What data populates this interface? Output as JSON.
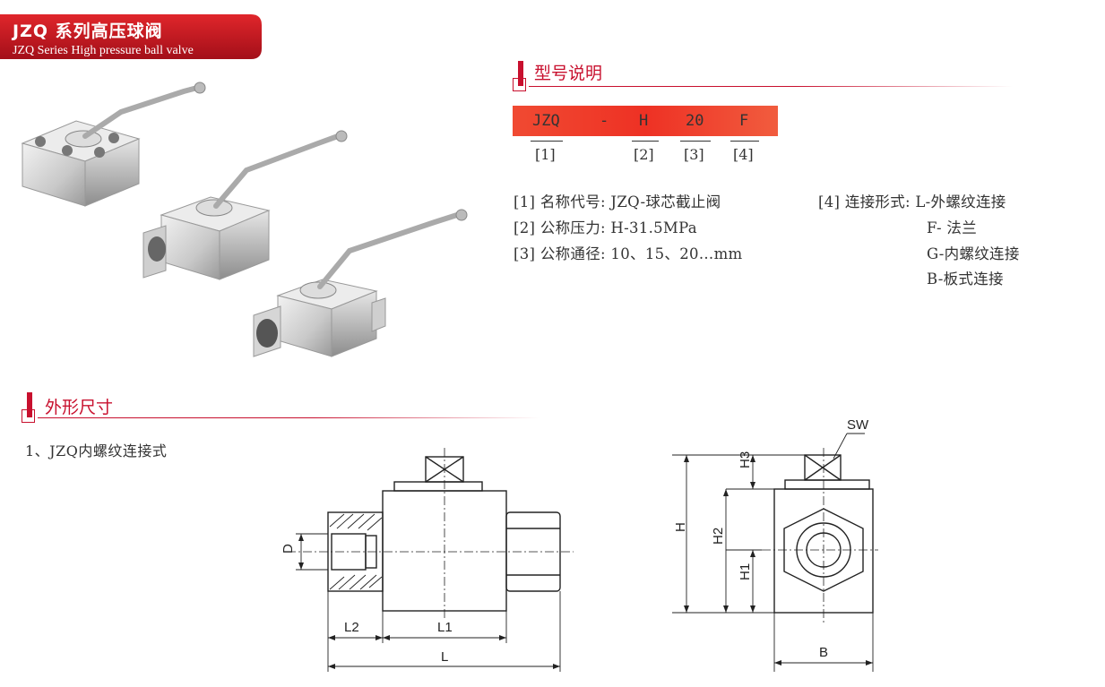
{
  "header": {
    "title": "JZQ 系列高压球阀",
    "subtitle": "JZQ Series High pressure ball valve"
  },
  "model": {
    "heading": "型号说明",
    "code_parts": [
      "JZQ",
      "-",
      "H",
      "20",
      "F"
    ],
    "indices": [
      "[1]",
      "[2]",
      "[3]",
      "[4]"
    ],
    "desc_left": [
      "[1] 名称代号: JZQ-球芯截止阀",
      "[2] 公称压力: H-31.5MPa",
      "[3] 公称通径: 10、15、20…mm"
    ],
    "desc_right": [
      "[4] 连接形式: L-外螺纹连接",
      "F- 法兰",
      "G-内螺纹连接",
      "B-板式连接"
    ]
  },
  "dimensions": {
    "heading": "外形尺寸",
    "intro": "1、JZQ内螺纹连接式",
    "front_labels": {
      "D": "D",
      "L2": "L2",
      "L1": "L1",
      "L": "L"
    },
    "side_labels": {
      "SW": "SW",
      "H3": "H3",
      "H": "H",
      "H2": "H2",
      "H1": "H1",
      "B": "B"
    }
  },
  "colors": {
    "accent": "#c8102e",
    "line": "#222222",
    "strip": "#ef3b2c"
  }
}
